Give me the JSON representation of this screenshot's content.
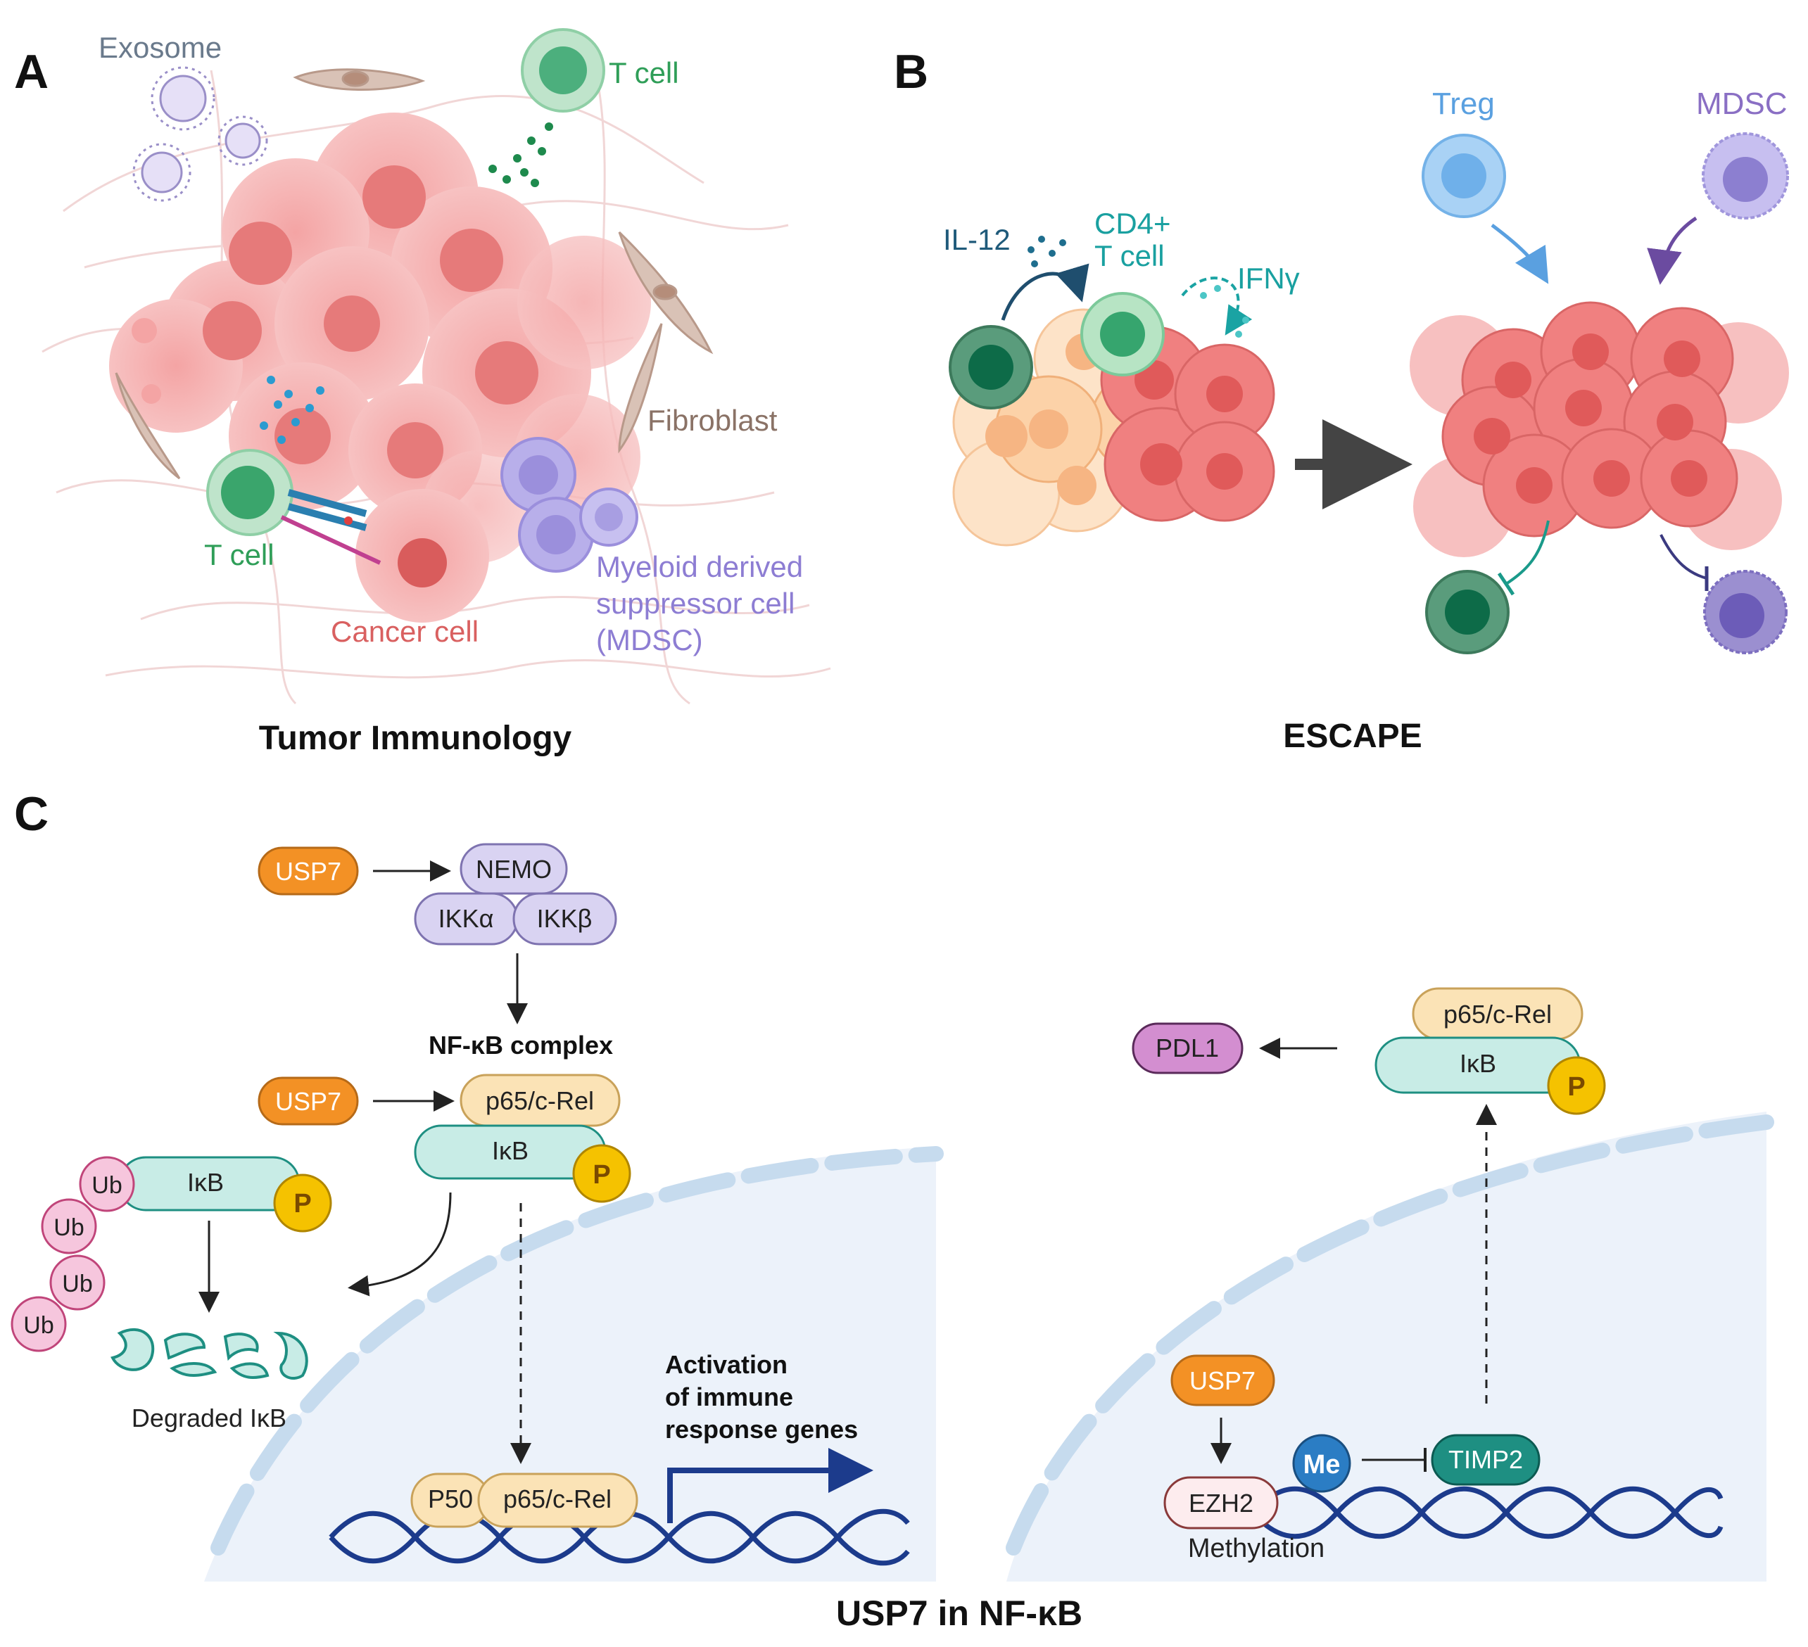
{
  "panel_a": {
    "letter": "A",
    "exosome": "Exosome",
    "t_cell_top": "T cell",
    "fibroblast": "Fibroblast",
    "t_cell_bottom": "T cell",
    "cancer_cell": "Cancer cell",
    "mdsc_l1": "Myeloid derived",
    "mdsc_l2": "suppressor cell",
    "mdsc_l3": "(MDSC)",
    "caption": "Tumor Immunology"
  },
  "panel_b": {
    "letter": "B",
    "il12": "IL-12",
    "cd4_l1": "CD4+",
    "cd4_l2": "T cell",
    "ifng": "IFNγ",
    "treg": "Treg",
    "mdsc": "MDSC",
    "caption": "ESCAPE"
  },
  "panel_c": {
    "letter": "C",
    "usp7": "USP7",
    "nemo": "NEMO",
    "ikka": "IKKα",
    "ikkb": "IKKβ",
    "nfkb_complex": "NF-κB complex",
    "p65": "p65/c-Rel",
    "ikb": "IκB",
    "p": "P",
    "ub": "Ub",
    "degraded": "Degraded IκB",
    "p50": "P50",
    "activation_l1": "Activation",
    "activation_l2": "of immune",
    "activation_l3": "response genes",
    "pdl1": "PDL1",
    "ezh2": "EZH2",
    "me": "Me",
    "timp2": "TIMP2",
    "methylation": "Methylation",
    "caption": "USP7 in NF-κB"
  },
  "colors": {
    "cancer": "#f08c8c",
    "tcell": "#4caf7d",
    "mdsc": "#9b8fdc",
    "fibroblast": "#c9a99a",
    "usp7": "#f39125",
    "ikk": "#d9d3f2",
    "p65": "#fbe3b6",
    "ikb": "#c8ece6",
    "phos": "#f5c200",
    "ub": "#f6c6dd",
    "pdl1": "#d38ed0",
    "timp2": "#1e8f82",
    "me": "#2b7dc4",
    "nucleus": "#ecf2fa",
    "dna": "#1c3b8c"
  }
}
